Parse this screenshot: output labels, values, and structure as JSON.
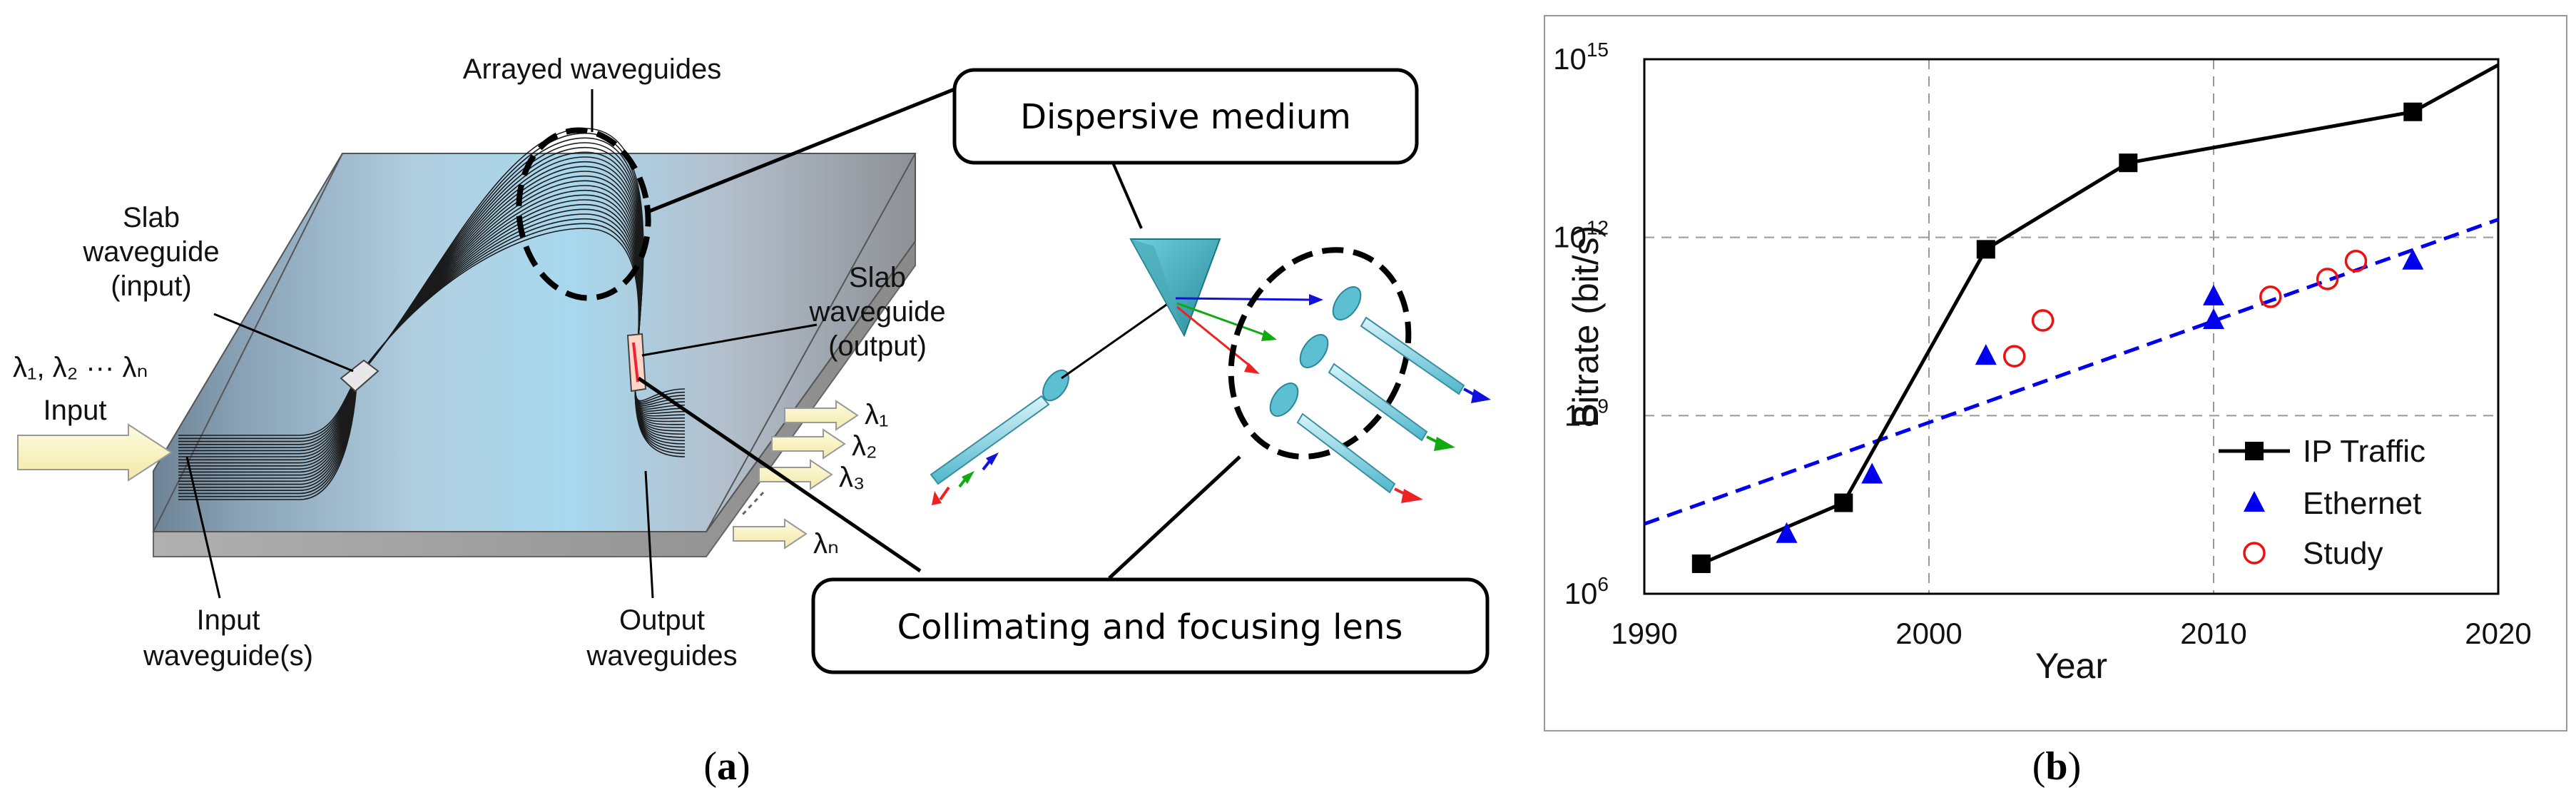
{
  "panel_a": {
    "caption": "(a)",
    "labels": {
      "arrayed_waveguides": "Arrayed waveguides",
      "slab_input_1": "Slab",
      "slab_input_2": "waveguide",
      "slab_input_3": "(input)",
      "slab_output_1": "Slab",
      "slab_output_2": "waveguide",
      "slab_output_3": "(output)",
      "input_arrow": "Input",
      "input_lambdas": "λ₁, λ₂ ···  λₙ",
      "input_wg_1": "Input",
      "input_wg_2": "waveguide(s)",
      "output_wg_1": "Output",
      "output_wg_2": "waveguides",
      "out_l1": "λ₁",
      "out_l2": "λ₂",
      "out_l3": "λ₃",
      "out_ln": "λₙ"
    },
    "boxes": {
      "dispersive": "Dispersive medium",
      "lens": "Collimating and focusing lens"
    }
  },
  "panel_b": {
    "caption": "(b)"
  },
  "chart_data": {
    "type": "scatter",
    "xlabel": "Year",
    "ylabel": "Bitrate (bit/s)",
    "xlim": [
      1990,
      2020
    ],
    "ylim_log10": [
      6,
      15
    ],
    "log_y": true,
    "x_ticks": [
      "1990",
      "2000",
      "2010",
      "2020"
    ],
    "y_ticks": [
      {
        "base": "10",
        "exp": "6"
      },
      {
        "base": "10",
        "exp": "9"
      },
      {
        "base": "10",
        "exp": "12"
      },
      {
        "base": "10",
        "exp": "15"
      }
    ],
    "grid": true,
    "legend_position": "bottom-right",
    "series": [
      {
        "name": "IP Traffic",
        "marker": "square",
        "color": "#000000",
        "line": "solid",
        "points": [
          [
            1992,
            3200000.0
          ],
          [
            1997,
            34000000.0
          ],
          [
            2002,
            630000000000.0
          ],
          [
            2007,
            18000000000000.0
          ],
          [
            2017,
            130000000000000.0
          ]
        ],
        "line_end": [
          2020,
          800000000000000.0
        ]
      },
      {
        "name": "Ethernet",
        "marker": "triangle",
        "color": "#0000ee",
        "points": [
          [
            1995,
            10000000.0
          ],
          [
            1998,
            100000000.0
          ],
          [
            2002,
            10000000000.0
          ],
          [
            2010,
            40000000000.0
          ],
          [
            2010,
            100000000000.0
          ],
          [
            2017,
            400000000000.0
          ]
        ]
      },
      {
        "name": "Study",
        "marker": "circle-open",
        "color": "#ee1111",
        "points": [
          [
            2003,
            10000000000.0
          ],
          [
            2004,
            40000000000.0
          ],
          [
            2012,
            100000000000.0
          ],
          [
            2014,
            200000000000.0
          ],
          [
            2015,
            400000000000.0
          ]
        ]
      }
    ],
    "trend": {
      "color": "#0000ee",
      "style": "dashed",
      "from": [
        1990,
        15000000.0
      ],
      "to": [
        2020,
        2000000000000.0
      ]
    }
  }
}
